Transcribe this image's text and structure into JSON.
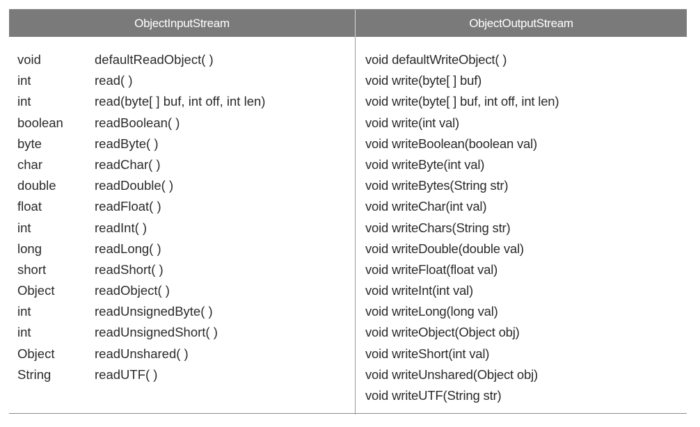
{
  "headers": {
    "left": "ObjectInputStream",
    "right": "ObjectOutputStream"
  },
  "input_methods": [
    {
      "type": "void",
      "method": "defaultReadObject( )"
    },
    {
      "type": "int",
      "method": "read( )"
    },
    {
      "type": "int",
      "method": "read(byte[ ] buf, int off, int len)"
    },
    {
      "type": "boolean",
      "method": "readBoolean( )"
    },
    {
      "type": "byte",
      "method": "readByte( )"
    },
    {
      "type": "char",
      "method": "readChar( )"
    },
    {
      "type": "double",
      "method": "readDouble( )"
    },
    {
      "type": "float",
      "method": "readFloat( )"
    },
    {
      "type": "int",
      "method": "readInt( )"
    },
    {
      "type": "long",
      "method": "readLong( )"
    },
    {
      "type": "short",
      "method": "readShort( )"
    },
    {
      "type": "Object",
      "method": "readObject( )"
    },
    {
      "type": "int",
      "method": "readUnsignedByte( )"
    },
    {
      "type": "int",
      "method": "readUnsignedShort( )"
    },
    {
      "type": "Object",
      "method": "readUnshared( )"
    },
    {
      "type": "String",
      "method": "readUTF( )"
    }
  ],
  "output_methods": [
    "void defaultWriteObject( )",
    "void write(byte[ ] buf)",
    "void write(byte[ ] buf, int off, int len)",
    "void write(int val)",
    "void writeBoolean(boolean val)",
    "void writeByte(int val)",
    "void writeBytes(String str)",
    "void writeChar(int val)",
    "void writeChars(String str)",
    "void writeDouble(double val)",
    "void writeFloat(float val)",
    "void writeInt(int val)",
    "void writeLong(long val)",
    "void writeObject(Object obj)",
    "void writeShort(int val)",
    "void writeUnshared(Object obj)",
    "void writeUTF(String str)"
  ]
}
